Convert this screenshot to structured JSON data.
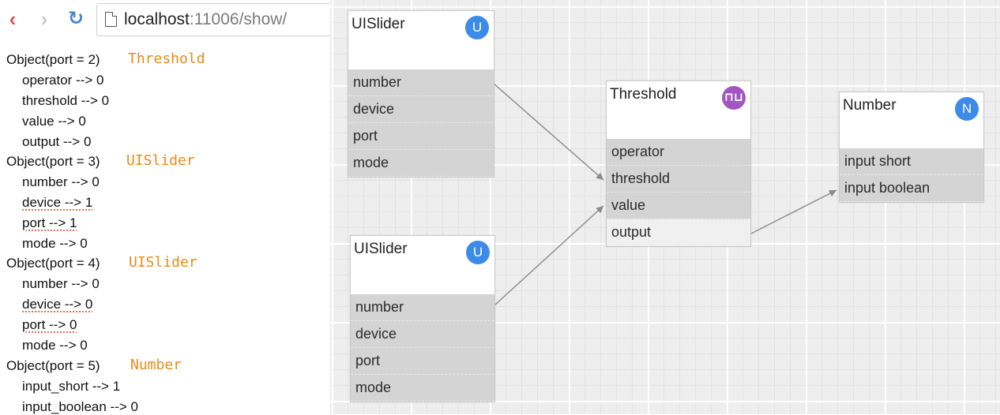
{
  "browser": {
    "url_path": "localhost",
    "url_rest": ":11006/show/",
    "nav": {
      "back_icon": "‹",
      "forward_icon": "›",
      "reload_icon": "↻"
    }
  },
  "console": {
    "objects": [
      {
        "header": "Object(port = 2)",
        "tag": "Threshold",
        "props": [
          "operator --> 0",
          "threshold --> 0",
          "value --> 0",
          "output --> 0"
        ]
      },
      {
        "header": "Object(port = 3)",
        "tag": "UISlider",
        "props": [
          "number --> 0",
          "device --> 1",
          "port --> 1",
          "mode --> 0"
        ]
      },
      {
        "header": "Object(port = 4)",
        "tag": "UISlider",
        "props": [
          "number --> 0",
          "device --> 0",
          "port --> 0",
          "mode --> 0"
        ]
      },
      {
        "header": "Object(port = 5)",
        "tag": "Number",
        "props": [
          "input_short --> 1",
          "input_boolean --> 0"
        ]
      }
    ]
  },
  "graph": {
    "nodes": {
      "slider1": {
        "title": "UISlider",
        "badge": "U",
        "ports": [
          "number",
          "device",
          "port",
          "mode"
        ]
      },
      "slider2": {
        "title": "UISlider",
        "badge": "U",
        "ports": [
          "number",
          "device",
          "port",
          "mode"
        ]
      },
      "threshold": {
        "title": "Threshold",
        "badge": "⊓⊔",
        "ports": [
          "operator",
          "threshold",
          "value"
        ],
        "output": "output"
      },
      "number": {
        "title": "Number",
        "badge": "N",
        "ports": [
          "input short",
          "input boolean"
        ]
      }
    },
    "colors": {
      "badge_blue": "#3d8be8",
      "badge_purple": "#a057c2",
      "tag_orange": "#e88a1a",
      "port_bg": "#d4d4d4"
    }
  }
}
